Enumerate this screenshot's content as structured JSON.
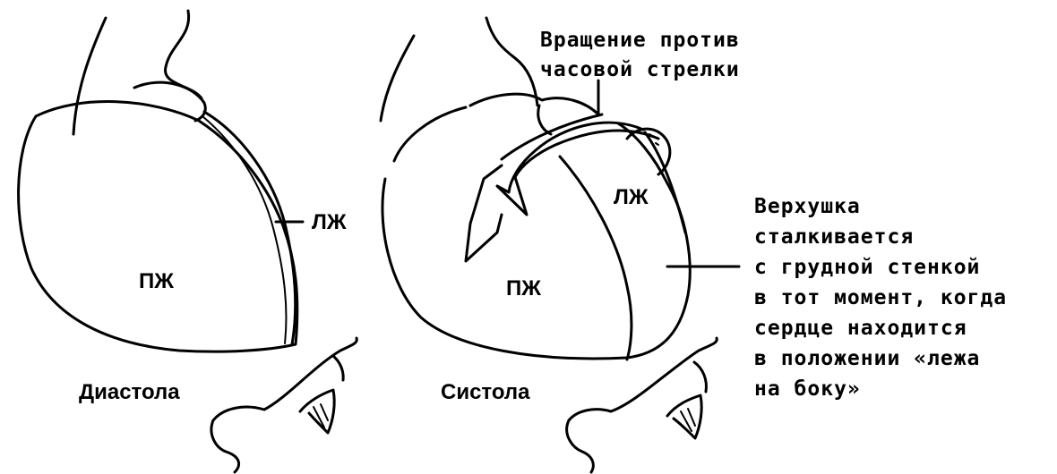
{
  "diastole": {
    "rv_label": "ПЖ",
    "lv_label": "ЛЖ",
    "caption": "Диастола"
  },
  "systole": {
    "rv_label": "ПЖ",
    "lv_label": "ЛЖ",
    "caption": "Систола"
  },
  "rotation_note": {
    "line1": "Вращение против",
    "line2": "часовой стрелки"
  },
  "apex_note": {
    "lines": [
      "Верхушка",
      "сталкивается",
      "с грудной стенкой",
      "в тот момент, когда",
      "сердце находится",
      "в положении «лежа",
      "на боку»"
    ]
  }
}
